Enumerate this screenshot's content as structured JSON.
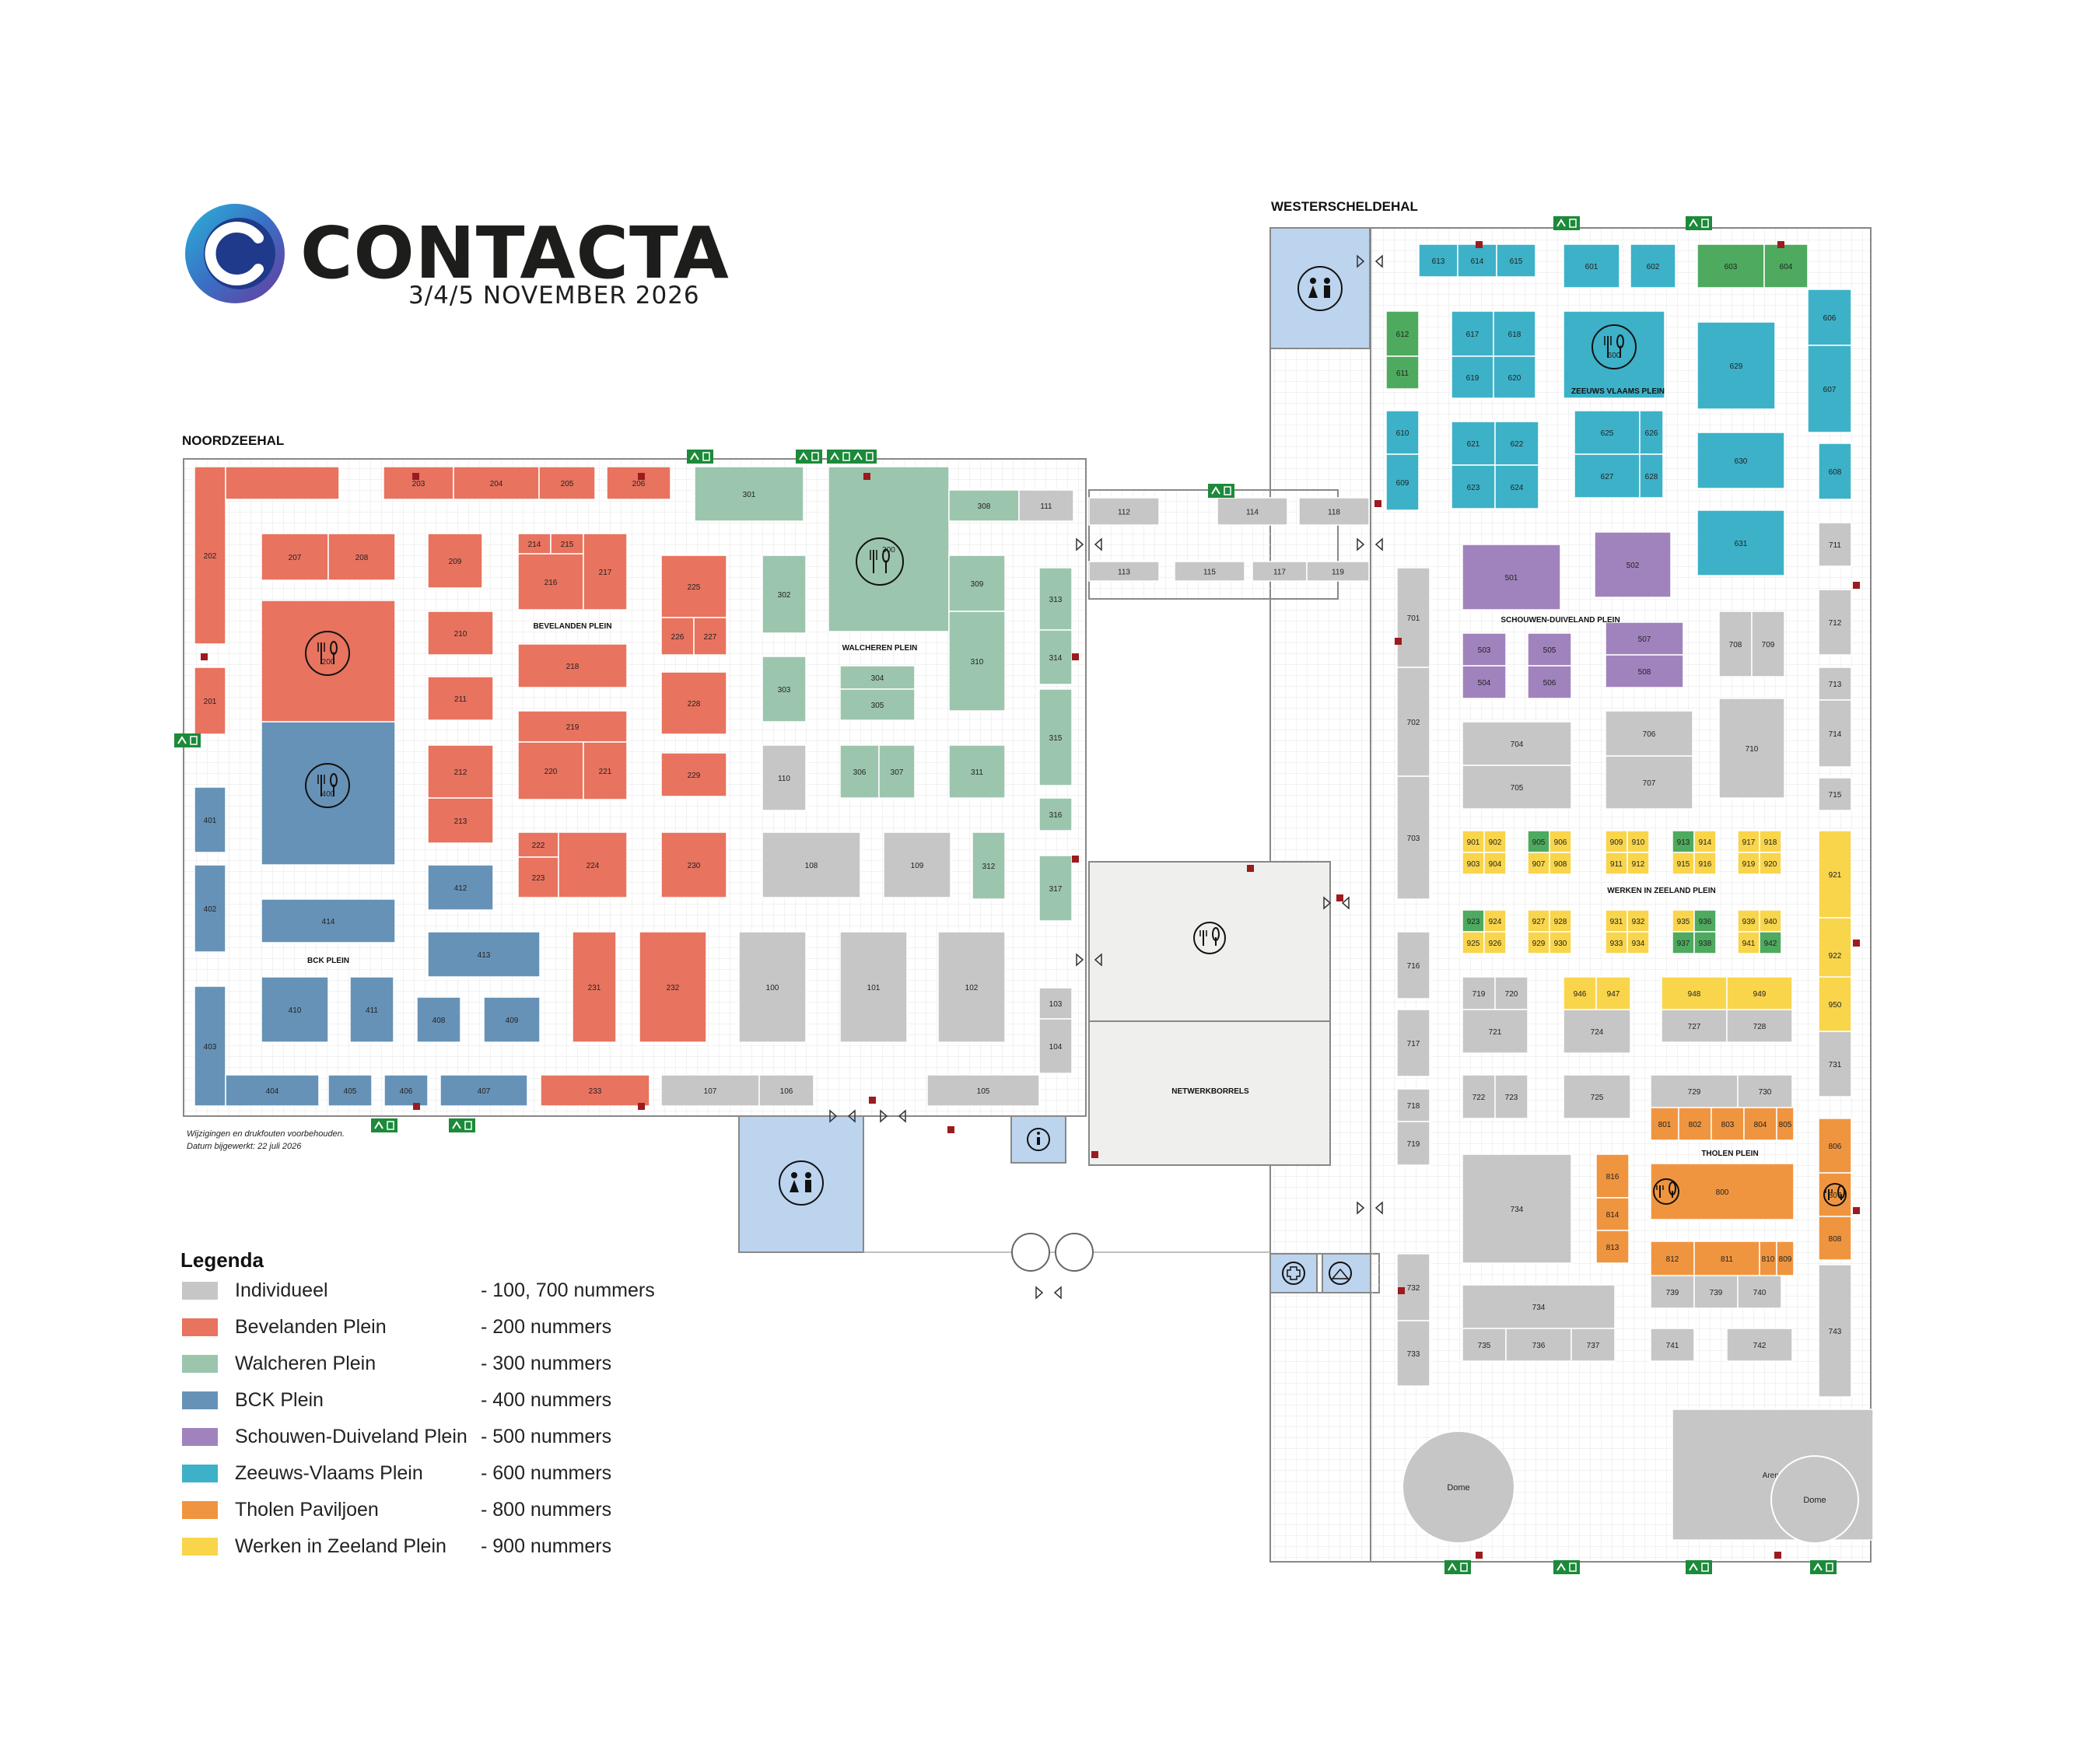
{
  "logo": {
    "word": "CONTACTA",
    "date": "3/4/5 NOVEMBER 2026"
  },
  "halls": {
    "noordzee": "NOORDZEEHAL",
    "westerschelde": "WESTERSCHELDEHAL"
  },
  "notes": {
    "line1": "Wijzigingen en drukfouten voorbehouden.",
    "line2": "Datum bijgewerkt: 22 juli 2026"
  },
  "legend": {
    "title": "Legenda",
    "items": [
      {
        "name": "Individueel",
        "desc": "- 100, 700 nummers",
        "color": "#c6c6c6"
      },
      {
        "name": "Bevelanden Plein",
        "desc": "- 200 nummers",
        "color": "#e8735f"
      },
      {
        "name": "Walcheren Plein",
        "desc": "- 300 nummers",
        "color": "#9cc5ae"
      },
      {
        "name": "BCK Plein",
        "desc": "- 400 nummers",
        "color": "#6792b7"
      },
      {
        "name": "Schouwen-Duiveland Plein",
        "desc": "- 500 nummers",
        "color": "#a083bd"
      },
      {
        "name": "Zeeuws-Vlaams Plein",
        "desc": "- 600 nummers",
        "color": "#3db1c8"
      },
      {
        "name": "Tholen Paviljoen",
        "desc": "- 800 nummers",
        "color": "#f0953f"
      },
      {
        "name": "Werken in Zeeland Plein",
        "desc": "- 900 nummers",
        "color": "#f9d54b"
      }
    ]
  },
  "colors": {
    "Individueel": "#c6c6c6",
    "Bevelanden": "#e8735f",
    "Walcheren": "#9cc5ae",
    "BCK": "#6792b7",
    "Schouwen": "#a083bd",
    "ZeeuwsVlaams": "#3db1c8",
    "Tholen": "#f0953f",
    "Werken": "#f9d54b",
    "Green": "#4eaa5e",
    "Facility": "#bcd4ee",
    "Hall": "#efefee"
  },
  "zones": [
    "BEVELANDEN PLEIN",
    "WALCHEREN PLEIN",
    "BCK PLEIN",
    "ZEEUWS VLAAMS PLEIN",
    "SCHOUWEN-DUIVELAND PLEIN",
    "WERKEN IN ZEELAND PLEIN",
    "THOLEN PLEIN",
    "NETWERKBORRELS"
  ],
  "booths": {
    "Individueel": [
      "101",
      "102",
      "103",
      "104",
      "105",
      "106",
      "107",
      "108",
      "109",
      "110",
      "111",
      "112",
      "113",
      "114",
      "115",
      "117",
      "118",
      "119",
      "100",
      "701",
      "702",
      "703",
      "704",
      "705",
      "706",
      "707",
      "708",
      "709",
      "710",
      "711",
      "712",
      "713",
      "714",
      "715",
      "716",
      "717",
      "718",
      "719",
      "720",
      "721",
      "722",
      "723",
      "724",
      "725",
      "727",
      "728",
      "729",
      "730",
      "731",
      "732",
      "733",
      "734",
      "734",
      "735",
      "736",
      "737",
      "739",
      "739",
      "740",
      "741",
      "742",
      "743",
      "Arena",
      "Dome",
      "Dome"
    ],
    "Bevelanden": [
      "202",
      "203",
      "204",
      "205",
      "206",
      "207",
      "208",
      "209",
      "210",
      "211",
      "212",
      "213",
      "214",
      "215",
      "216",
      "217",
      "218",
      "219",
      "220",
      "221",
      "222",
      "223",
      "224",
      "225",
      "226",
      "227",
      "228",
      "229",
      "230",
      "231",
      "232",
      "233",
      "200",
      "201"
    ],
    "Walcheren": [
      "301",
      "300",
      "302",
      "303",
      "304",
      "305",
      "306",
      "307",
      "308",
      "309",
      "310",
      "311",
      "312",
      "313",
      "314",
      "315",
      "316",
      "317"
    ],
    "BCK": [
      "400",
      "401",
      "402",
      "403",
      "404",
      "405",
      "406",
      "407",
      "408",
      "409",
      "410",
      "411",
      "412",
      "413",
      "414"
    ],
    "Schouwen": [
      "501",
      "502",
      "503",
      "504",
      "505",
      "506",
      "507",
      "508"
    ],
    "ZeeuwsVlaams": [
      "613",
      "614",
      "615",
      "601",
      "602",
      "617",
      "618",
      "619",
      "620",
      "600",
      "629",
      "612",
      "611",
      "610",
      "609",
      "621",
      "622",
      "623",
      "624",
      "625",
      "626",
      "627",
      "628",
      "630",
      "631",
      "606",
      "607",
      "608"
    ],
    "Green": [
      "603",
      "604",
      "612",
      "611",
      "905",
      "913",
      "923",
      "935",
      "936",
      "937",
      "942"
    ],
    "Werken": [
      "901",
      "902",
      "903",
      "904",
      "906",
      "907",
      "908",
      "909",
      "910",
      "911",
      "912",
      "914",
      "915",
      "916",
      "917",
      "918",
      "919",
      "920",
      "921",
      "922",
      "924",
      "925",
      "926",
      "927",
      "928",
      "929",
      "930",
      "931",
      "932",
      "933",
      "934",
      "938",
      "939",
      "940",
      "941",
      "946",
      "947",
      "948",
      "949",
      "950"
    ],
    "Tholen": [
      "800",
      "801",
      "802",
      "803",
      "804",
      "805",
      "806",
      "807",
      "808",
      "809",
      "810",
      "811",
      "812",
      "813",
      "814",
      "816"
    ]
  }
}
